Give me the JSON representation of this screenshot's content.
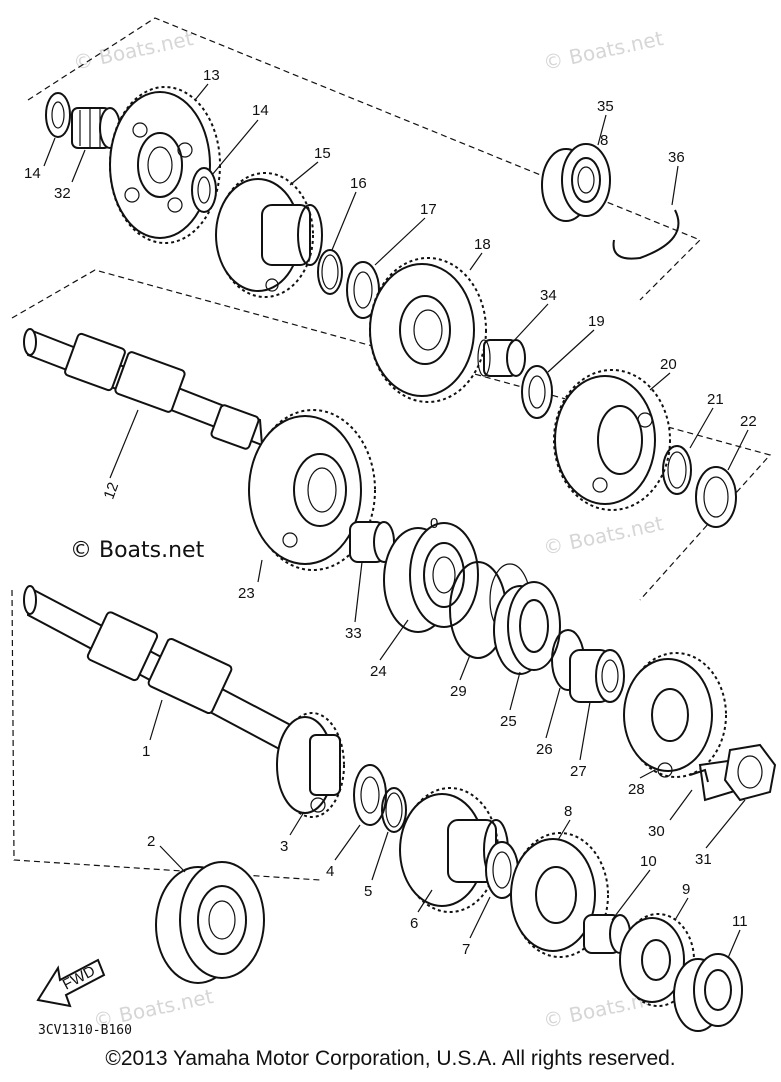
{
  "watermarks": [
    "© Boats.net",
    "© Boats.net",
    "© Boats.net",
    "© Boats.net",
    "© Boats.net",
    "© Boats.net"
  ],
  "watermark_main": "© Boats.net",
  "part_code": "3CV1310-B160",
  "fwd_label": "FWD",
  "copyright": "©2013 Yamaha Motor Corporation, U.S.A. All rights reserved.",
  "callouts": {
    "c1": "1",
    "c2": "2",
    "c3": "3",
    "c4": "4",
    "c5": "5",
    "c6": "6",
    "c7": "7",
    "c8a": "8",
    "c8b": "8",
    "c9": "9",
    "c10": "10",
    "c11": "11",
    "c12": "12",
    "c13": "13",
    "c14a": "14",
    "c14b": "14",
    "c15": "15",
    "c16": "16",
    "c17": "17",
    "c18": "18",
    "c19": "19",
    "c20": "20",
    "c21": "21",
    "c22": "22",
    "c23": "23",
    "c24": "24",
    "c25": "25",
    "c26": "26",
    "c27": "27",
    "c28": "28",
    "c29": "29",
    "c30": "30",
    "c31": "31",
    "c32": "32",
    "c33": "33",
    "c34": "34",
    "c35": "35",
    "c36": "36",
    "c0": "0"
  }
}
